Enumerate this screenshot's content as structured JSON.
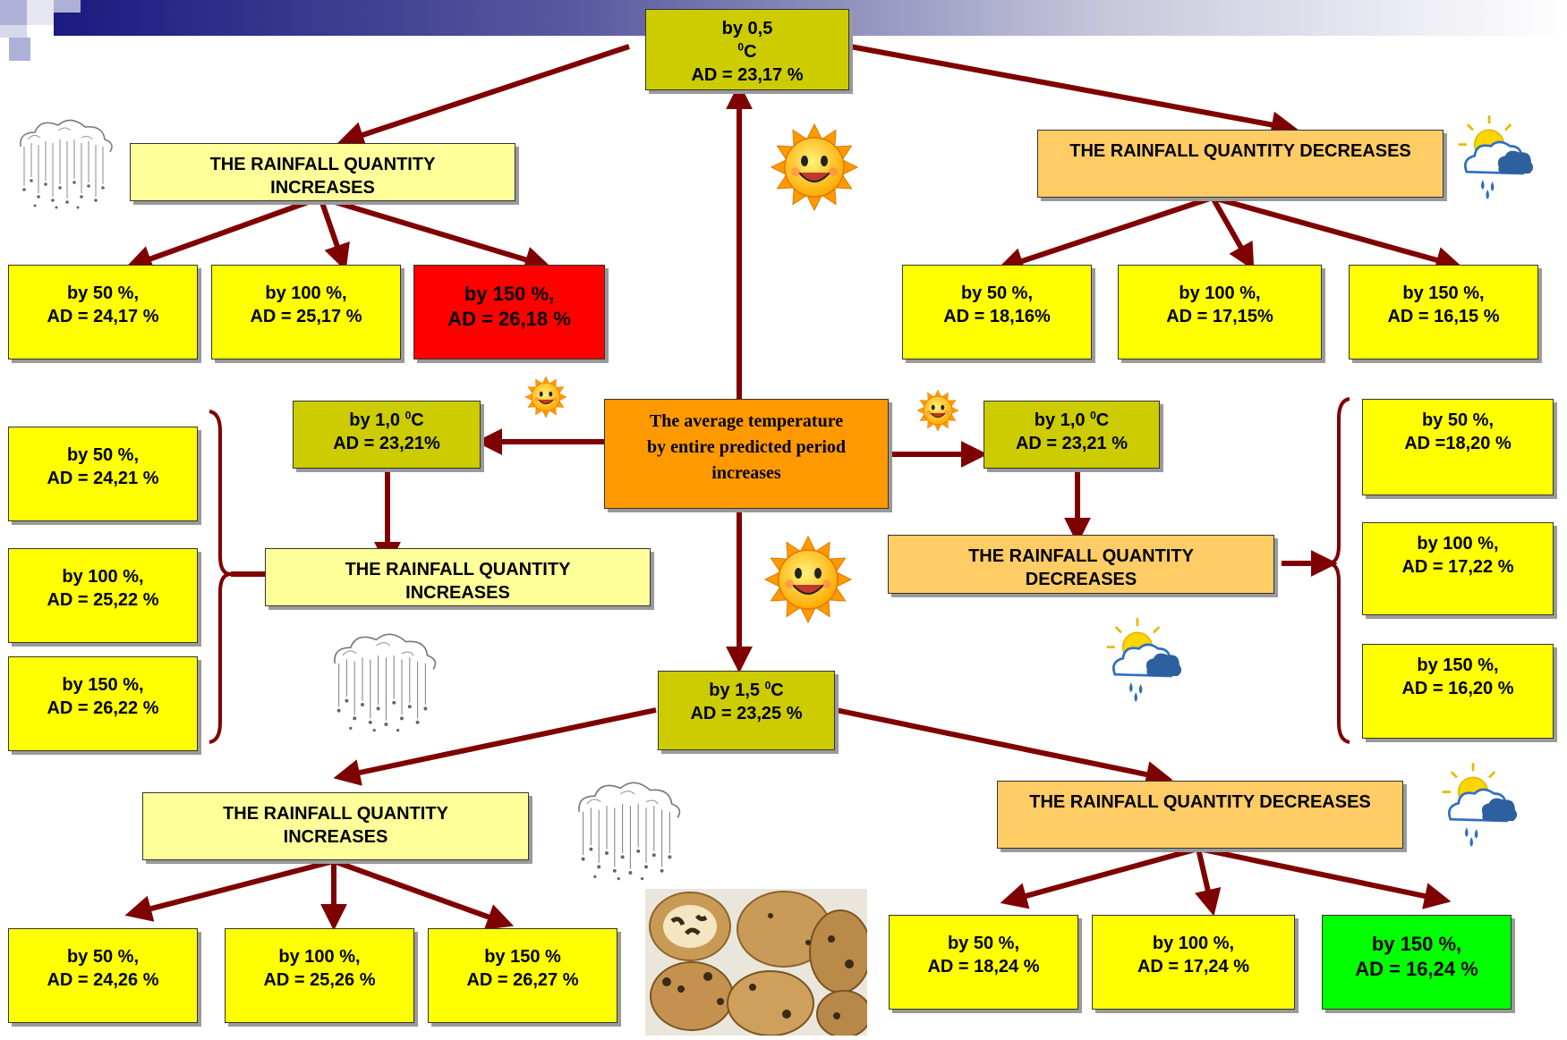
{
  "center": {
    "line1": "The average temperature",
    "line2": "by entire predicted period",
    "line3": "increases"
  },
  "temps": {
    "t05": {
      "line1_pre": "by  0,5 ",
      "deg": "0",
      "unit": "C",
      "line2": "AD = 23,17 %"
    },
    "t10_left": {
      "line1_pre": "by  1,0 ",
      "deg": "0",
      "unit": "C",
      "line2": "AD = 23,21%"
    },
    "t10_right": {
      "line1_pre": "by  1,0 ",
      "deg": "0",
      "unit": "C",
      "line2": "AD = 23,21 %"
    },
    "t15": {
      "line1_pre": "by  1,5 ",
      "deg": "0",
      "unit": "C",
      "line2": "AD = 23,25 %"
    }
  },
  "rainfall": {
    "inc_top": {
      "line1": "THE RAINFALL QUANTITY",
      "line2": "INCREASES"
    },
    "dec_top": {
      "line1": "THE RAINFALL QUANTITY DECREASES"
    },
    "inc_mid": {
      "line1": "THE RAINFALL QUANTITY",
      "line2": "INCREASES"
    },
    "dec_mid": {
      "line1": "THE RAINFALL QUANTITY",
      "line2": "DECREASES"
    },
    "inc_bot": {
      "line1": "THE RAINFALL QUANTITY",
      "line2": "INCREASES"
    },
    "dec_bot": {
      "line1": "THE RAINFALL QUANTITY DECREASES"
    }
  },
  "results": {
    "top_inc": [
      {
        "line1": "by  50 %,",
        "line2": "AD = 24,17 %"
      },
      {
        "line1": "by  100 %,",
        "line2": "AD = 25,17 %"
      },
      {
        "line1": "by  150 %,",
        "line2": "AD = 26,18 %"
      }
    ],
    "top_dec": [
      {
        "line1": "by  50 %,",
        "line2": "AD = 18,16%"
      },
      {
        "line1": "by  100 %,",
        "line2": "AD = 17,15%"
      },
      {
        "line1": "by  150 %,",
        "line2": "AD = 16,15 %"
      }
    ],
    "mid_inc": [
      {
        "line1": "by  50 %,",
        "line2": "AD = 24,21 %"
      },
      {
        "line1": "by  100 %,",
        "line2": "AD = 25,22 %"
      },
      {
        "line1": "by  150 %,",
        "line2": "AD = 26,22 %"
      }
    ],
    "mid_dec": [
      {
        "line1": "by  50 %,",
        "line2": "AD =18,20 %"
      },
      {
        "line1": "by  100 %,",
        "line2": "AD = 17,22 %"
      },
      {
        "line1": "by  150 %,",
        "line2": "AD = 16,20 %"
      }
    ],
    "bot_inc": [
      {
        "line1": "by  50 %,",
        "line2": "AD = 24,26 %"
      },
      {
        "line1": "by  100 %,",
        "line2": "AD = 25,26 %"
      },
      {
        "line1": "by  150 %",
        "line2": "AD = 26,27 %"
      }
    ],
    "bot_dec": [
      {
        "line1": "by  50 %,",
        "line2": "AD = 18,24 %"
      },
      {
        "line1": "by  100 %,",
        "line2": "AD = 17,24 %"
      },
      {
        "line1": "by  150 %,",
        "line2": "AD = 16,24 %"
      }
    ]
  },
  "colors": {
    "arrow": "#7f0000",
    "result_default": "#ffff00",
    "result_max": "#ff0000",
    "result_min": "#00ff00",
    "temperature_box": "#cccc00",
    "rain_increase_box": "#ffff99",
    "rain_decrease_box": "#ffcc66",
    "center_box": "#ff9900"
  },
  "icons": [
    "sun-icon",
    "rain-cloud-icon",
    "sun-cloud-rain-icon",
    "potato-photo"
  ]
}
